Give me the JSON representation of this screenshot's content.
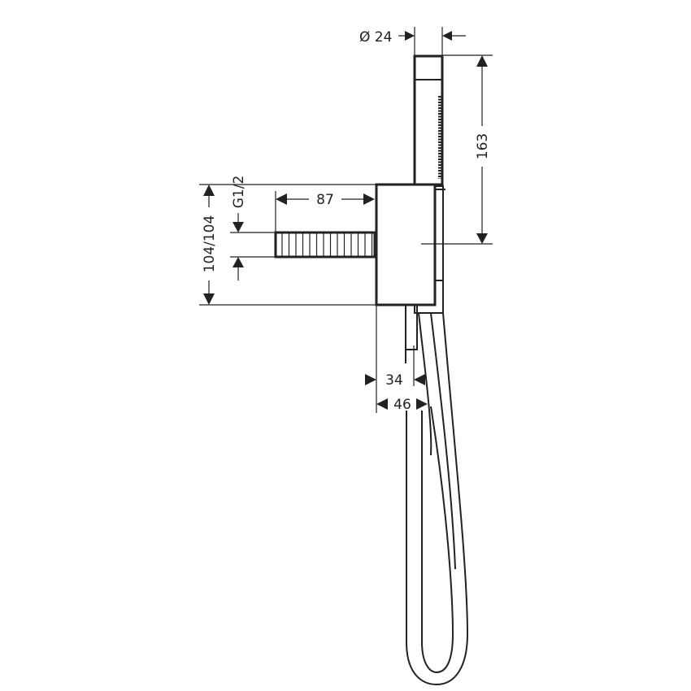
{
  "drawing": {
    "labels": {
      "diameter": "Ø 24",
      "height_handshower": "163",
      "pipe_length": "87",
      "thread": "G1/2",
      "height_box": "104/104",
      "depth_34": "34",
      "depth_46": "46"
    },
    "line_color": "#222222",
    "background": "#ffffff"
  }
}
